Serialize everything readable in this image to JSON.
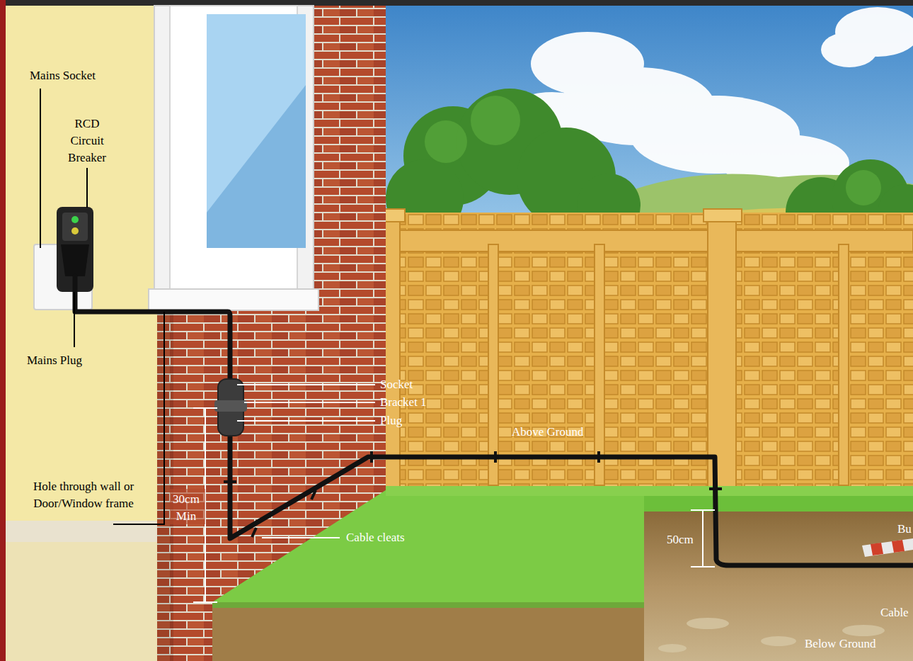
{
  "diagram": {
    "labels": [
      "Mains Socket",
      "RCD Circuit Breaker",
      "Mains Plug",
      "Socket",
      "Bracket 1",
      "Plug",
      "Above Ground",
      "Hole through wall or Door/Window frame",
      "30cm Min",
      "Cable cleats",
      "50cm",
      "Bu",
      "Cable",
      "Below Ground"
    ]
  }
}
